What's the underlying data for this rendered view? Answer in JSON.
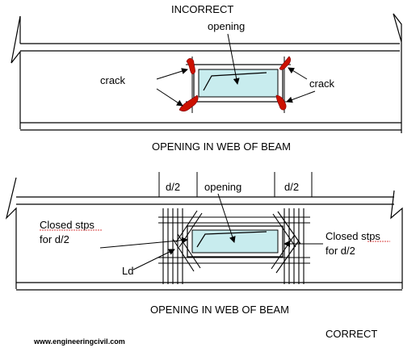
{
  "top_diagram": {
    "title": "INCORRECT",
    "opening_label": "opening",
    "crack_left": "crack",
    "crack_right": "crack",
    "caption": "OPENING IN WEB OF BEAM"
  },
  "bottom_diagram": {
    "dim_left": "d/2",
    "opening_label": "opening",
    "dim_right": "d/2",
    "stirrups_left_line1": "Closed stps",
    "stirrups_left_line2": "for  d/2",
    "stirrups_right_line1": "Closed stps",
    "stirrups_right_line2": "for  d/2",
    "ld_label": "Ld",
    "caption": "OPENING IN WEB OF BEAM",
    "verdict": "CORRECT"
  },
  "footer": {
    "website": "www.engineeringcivil.com"
  },
  "colors": {
    "opening_fill": "#c8ecee",
    "crack": "#cc1100",
    "line": "#000000"
  }
}
